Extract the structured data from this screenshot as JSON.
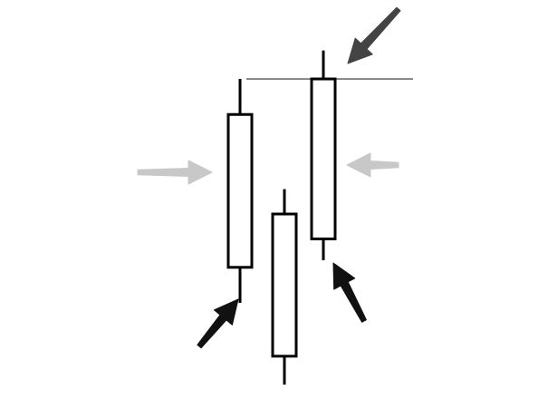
{
  "chart_data": {
    "type": "candlestick",
    "title": "",
    "xlabel": "",
    "ylabel": "",
    "axes_visible": false,
    "grid": false,
    "legend": "none",
    "ylim": [
      0,
      100
    ],
    "candles": [
      {
        "name": "candle-1",
        "high": 88,
        "open": 78,
        "close": 35,
        "low": 25,
        "color": "hollow"
      },
      {
        "name": "candle-2",
        "high": 57,
        "open": 50,
        "close": 10,
        "low": 2,
        "color": "hollow"
      },
      {
        "name": "candle-3",
        "high": 96,
        "open": 88,
        "close": 43,
        "low": 37,
        "color": "hollow"
      }
    ],
    "reference_line": {
      "value": 88,
      "color": "#555555"
    },
    "annotations": [
      {
        "name": "arrow-gray-left",
        "kind": "arrow",
        "color": "#c8c8c8",
        "points_to": "candle-1-body"
      },
      {
        "name": "arrow-gray-right",
        "kind": "arrow",
        "color": "#c8c8c8",
        "points_to": "candle-3-body"
      },
      {
        "name": "arrow-dark-top",
        "kind": "arrow",
        "color": "#444444",
        "points_to": "candle-3-high"
      },
      {
        "name": "arrow-black-bottom-left",
        "kind": "arrow",
        "color": "#111111",
        "points_to": "candle-1-low"
      },
      {
        "name": "arrow-black-bottom-right",
        "kind": "arrow",
        "color": "#111111",
        "points_to": "candle-3-low"
      }
    ]
  }
}
